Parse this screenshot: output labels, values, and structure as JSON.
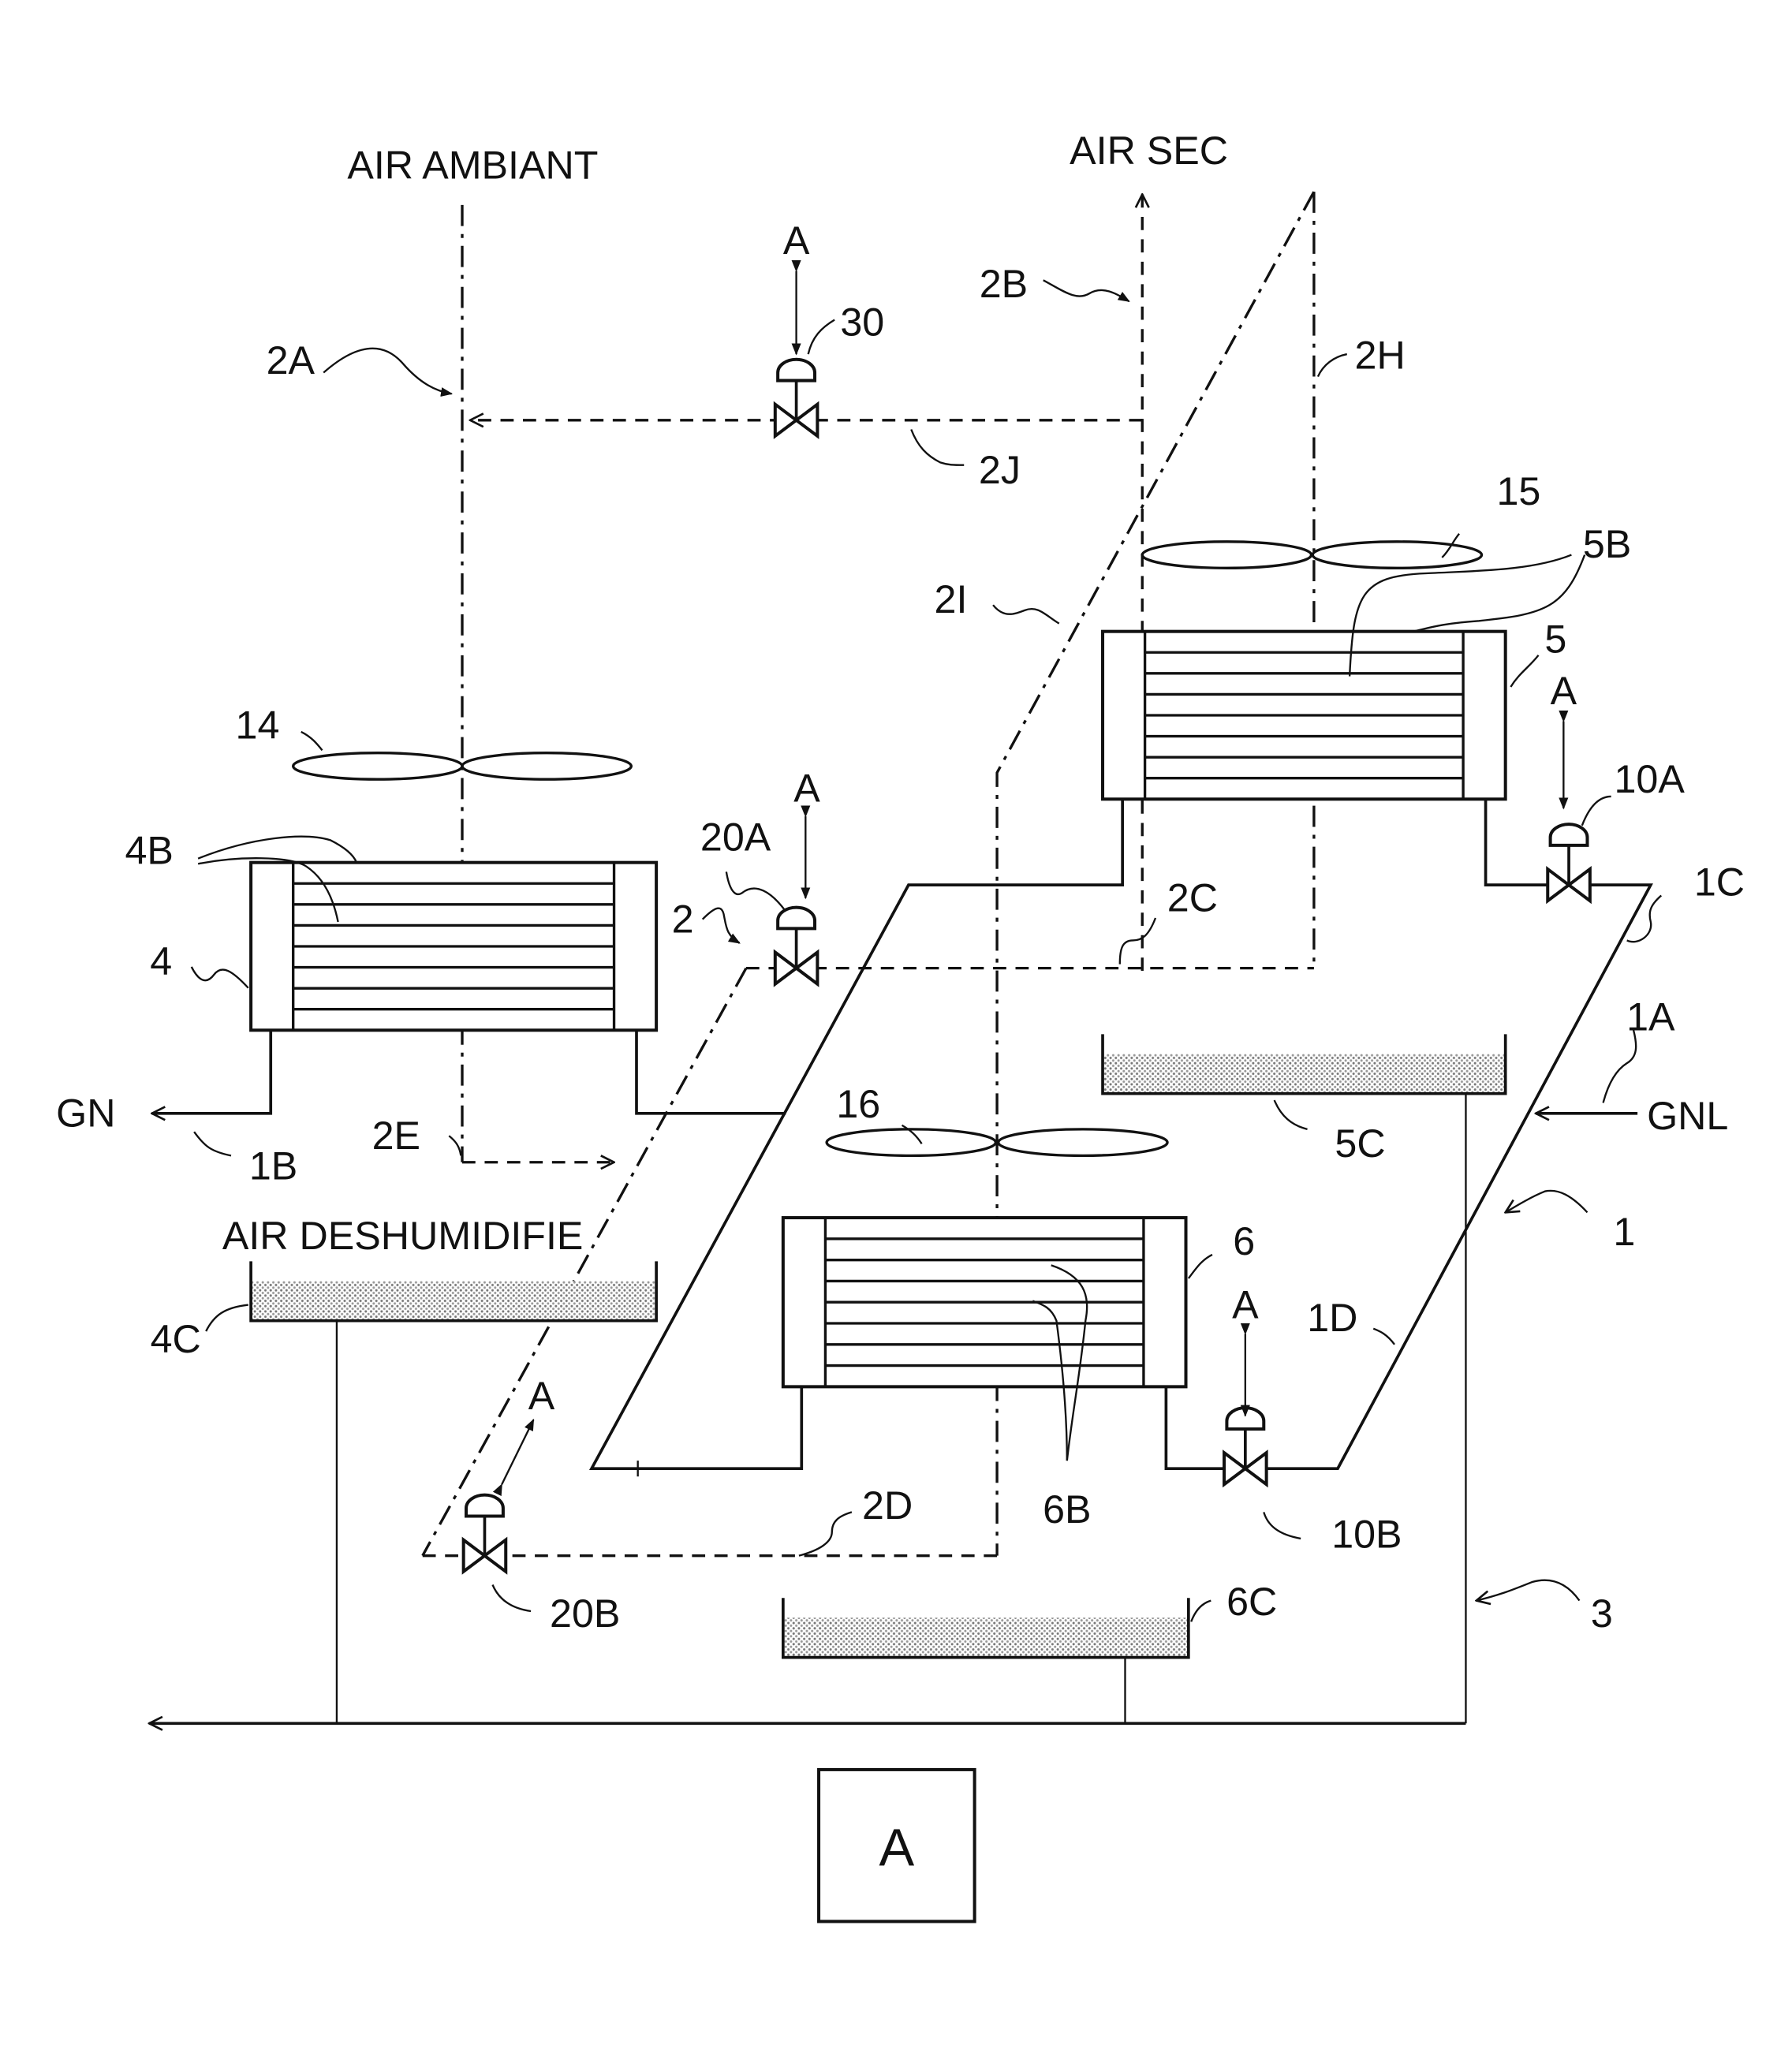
{
  "diagram": {
    "type": "process-flow-schematic",
    "stream_labels": {
      "ambient_air": "AIR AMBIANT",
      "dry_air": "AIR SEC",
      "dehumidified_air": "AIR DESHUMIDIFIE",
      "natural_gas_out": "GN",
      "lng_in": "GNL"
    },
    "reference_labels": {
      "air_circuit": "2",
      "air_inlet": "2A",
      "dry_air_outlet": "2B",
      "air_line_2C": "2C",
      "air_line_2D": "2D",
      "air_line_2E": "2E",
      "air_line_2H": "2H",
      "air_line_2I": "2I",
      "bypass_line": "2J",
      "lng_circuit": "1",
      "lng_inlet_line": "1A",
      "gn_outlet_line": "1B",
      "lng_line_1C": "1C",
      "lng_line_1D": "1D",
      "drain_circuit": "3",
      "exchanger_4": "4",
      "tubes_4": "4B",
      "tray_4": "4C",
      "exchanger_5": "5",
      "tubes_5": "5B",
      "tray_5": "5C",
      "exchanger_6": "6",
      "tubes_6": "6B",
      "tray_6": "6C",
      "valve_10A": "10A",
      "valve_10B": "10B",
      "valve_20A": "20A",
      "valve_20B": "20B",
      "valve_30": "30",
      "fan_14": "14",
      "fan_15": "15",
      "fan_16": "16"
    },
    "actuator_signal_label": "A",
    "controller_box_label": "A",
    "exchangers": [
      {
        "id": "4",
        "tube_count": 7
      },
      {
        "id": "5",
        "tube_count": 7
      },
      {
        "id": "6",
        "tube_count": 7
      }
    ]
  }
}
